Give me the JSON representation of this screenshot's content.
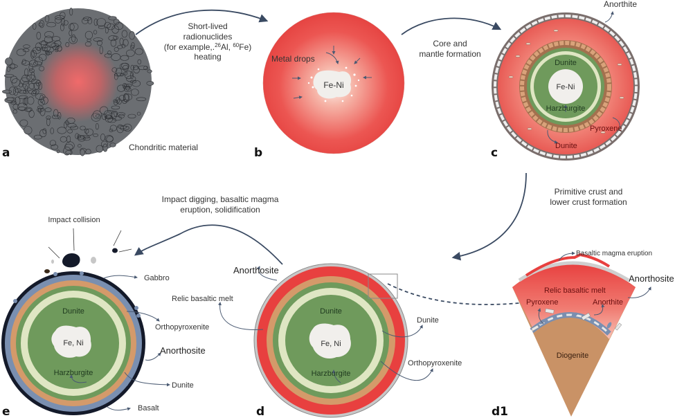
{
  "figure": {
    "panels": {
      "a": {
        "letter": "a",
        "label": "Chondritic material"
      },
      "b": {
        "letter": "b",
        "metal_drops": "Metal drops",
        "core": "Fe-Ni"
      },
      "c": {
        "letter": "c",
        "anorthite": "Anorthite",
        "dunite_inner": "Dunite",
        "core": "Fe-Ni",
        "harzburgite": "Harzburgite",
        "pyroxene": "Pyroxene",
        "dunite_outer": "Dunite"
      },
      "d": {
        "letter": "d",
        "anorthosite": "Anorthosite",
        "relic_melt": "Relic basaltic melt",
        "dunite_inner": "Dunite",
        "core": "Fe, Ni",
        "harzburgite": "Harzburgite",
        "dunite_outer": "Dunite",
        "orthopyroxenite": "Orthopyroxenite"
      },
      "d1": {
        "letter": "d1",
        "eruption": "Basaltic magma eruption",
        "relic_melt": "Relic basaltic melt",
        "anorthosite": "Anorthosite",
        "pyroxene": "Pyroxene",
        "anorthite": "Anorthite",
        "diogenite": "Diogenite"
      },
      "e": {
        "letter": "e",
        "impact": "Impact collision",
        "gabbro": "Gabbro",
        "dunite_inner": "Dunite",
        "orthopyroxenite": "Orthopyroxenite",
        "core": "Fe, Ni",
        "anorthosite": "Anorthosite",
        "harzburgite": "Harzburgite",
        "dunite_outer": "Dunite",
        "basalt": "Basalt"
      }
    },
    "steps": {
      "a_to_b": {
        "line1": "Short-lived",
        "line2": "radionuclides",
        "line3_prefix": "(for example,.",
        "iso1_mass": "26",
        "iso1_el": "Al, ",
        "iso2_mass": "60",
        "iso2_el": "Fe)",
        "line4": "heating"
      },
      "b_to_c": {
        "line1": "Core and",
        "line2": "mantle formation"
      },
      "c_to_d": {
        "line1": "Primitive crust and",
        "line2": "lower crust formation"
      },
      "d_to_e": {
        "line1": "Impact digging, basaltic magma",
        "line2": "eruption, solidification"
      }
    },
    "colors": {
      "chondrite": "#6b6e72",
      "melt_red": "#e8403f",
      "melt_pink": "#f6b8ae",
      "dunite_green": "#6f9a5c",
      "harz_pale": "#dfe6c3",
      "ortho_tan": "#d49a6a",
      "core_white": "#f1efec",
      "anorthosite_grey": "#cfcfcf",
      "gabbro_blue": "#7a8fb0",
      "basalt_black": "#141a2a",
      "arrow": "#3a4a62"
    }
  }
}
